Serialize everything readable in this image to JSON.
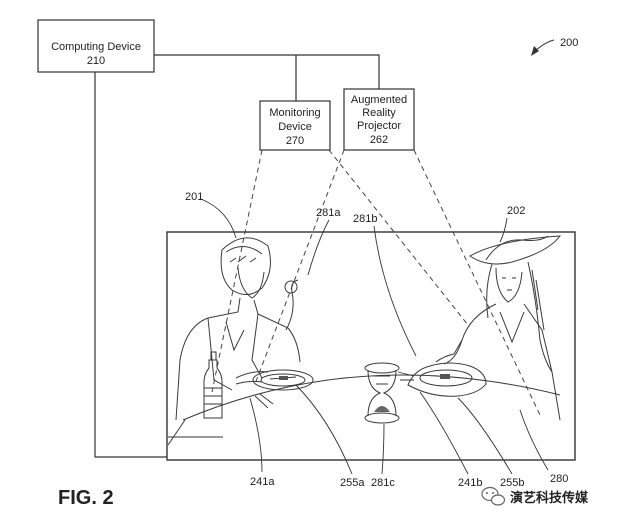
{
  "figure": {
    "label": "FIG. 2",
    "ref_main": "200",
    "computing_device": {
      "name": "Computing Device",
      "ref": "210"
    },
    "monitoring_device": {
      "line1": "Monitoring",
      "line2": "Device",
      "ref": "270"
    },
    "ar_projector": {
      "line1": "Augmented",
      "line2": "Reality",
      "line3": "Projector",
      "ref": "262"
    },
    "refs": {
      "person_left": "201",
      "person_right": "202",
      "r281a": "281a",
      "r281b": "281b",
      "r241a": "241a",
      "r255a": "255a",
      "r281c": "281c",
      "r241b": "241b",
      "r255b": "255b",
      "r280": "280"
    }
  },
  "watermark": {
    "text": "演艺科技传媒",
    "icon": "wechat-icon"
  }
}
